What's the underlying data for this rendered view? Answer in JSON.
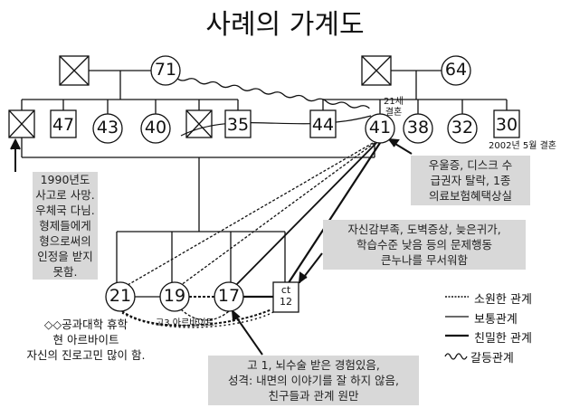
{
  "title": "사례의 가계도",
  "paternal": {
    "father_deceased": "",
    "mother": "71",
    "children": [
      "",
      "47",
      "43",
      "40",
      "",
      "35"
    ]
  },
  "maternal": {
    "mother": "64",
    "children": [
      "44",
      "41",
      "38",
      "32",
      "30"
    ]
  },
  "marriage_note": "21세 결혼",
  "sibling_note": "2002년 5월 결혼",
  "children": [
    "21",
    "19",
    "17"
  ],
  "client": {
    "line1": "ct",
    "line2": "12"
  },
  "child19_note": "고3 아르바이트",
  "notes": {
    "father": [
      "1990년도",
      "사고로 사망.",
      "우체국 다님.",
      "형제들에게",
      "형으로써의",
      "인정을 받지",
      "못함."
    ],
    "mother": [
      "우울증, 디스크 수",
      "급권자 탈락, 1종",
      "의료보험혜택상실"
    ],
    "client": [
      "자신감부족, 도벽증상, 늦은귀가,",
      "학습수준 낮음 등의 문제행동",
      "큰누나를 무서워함"
    ],
    "child21": [
      "◇◇공과대학 휴학",
      "현 아르바이트",
      "자신의 진로고민 많이 함."
    ],
    "child17": [
      "고 1, 뇌수술 받은 경험있음,",
      "성격: 내면의 이야기를 잘 하지 않음,",
      "친구들과 관계 원만"
    ]
  },
  "legend": [
    "소원한 관계",
    "보통관계",
    "친밀한 관계",
    "갈등관계"
  ]
}
